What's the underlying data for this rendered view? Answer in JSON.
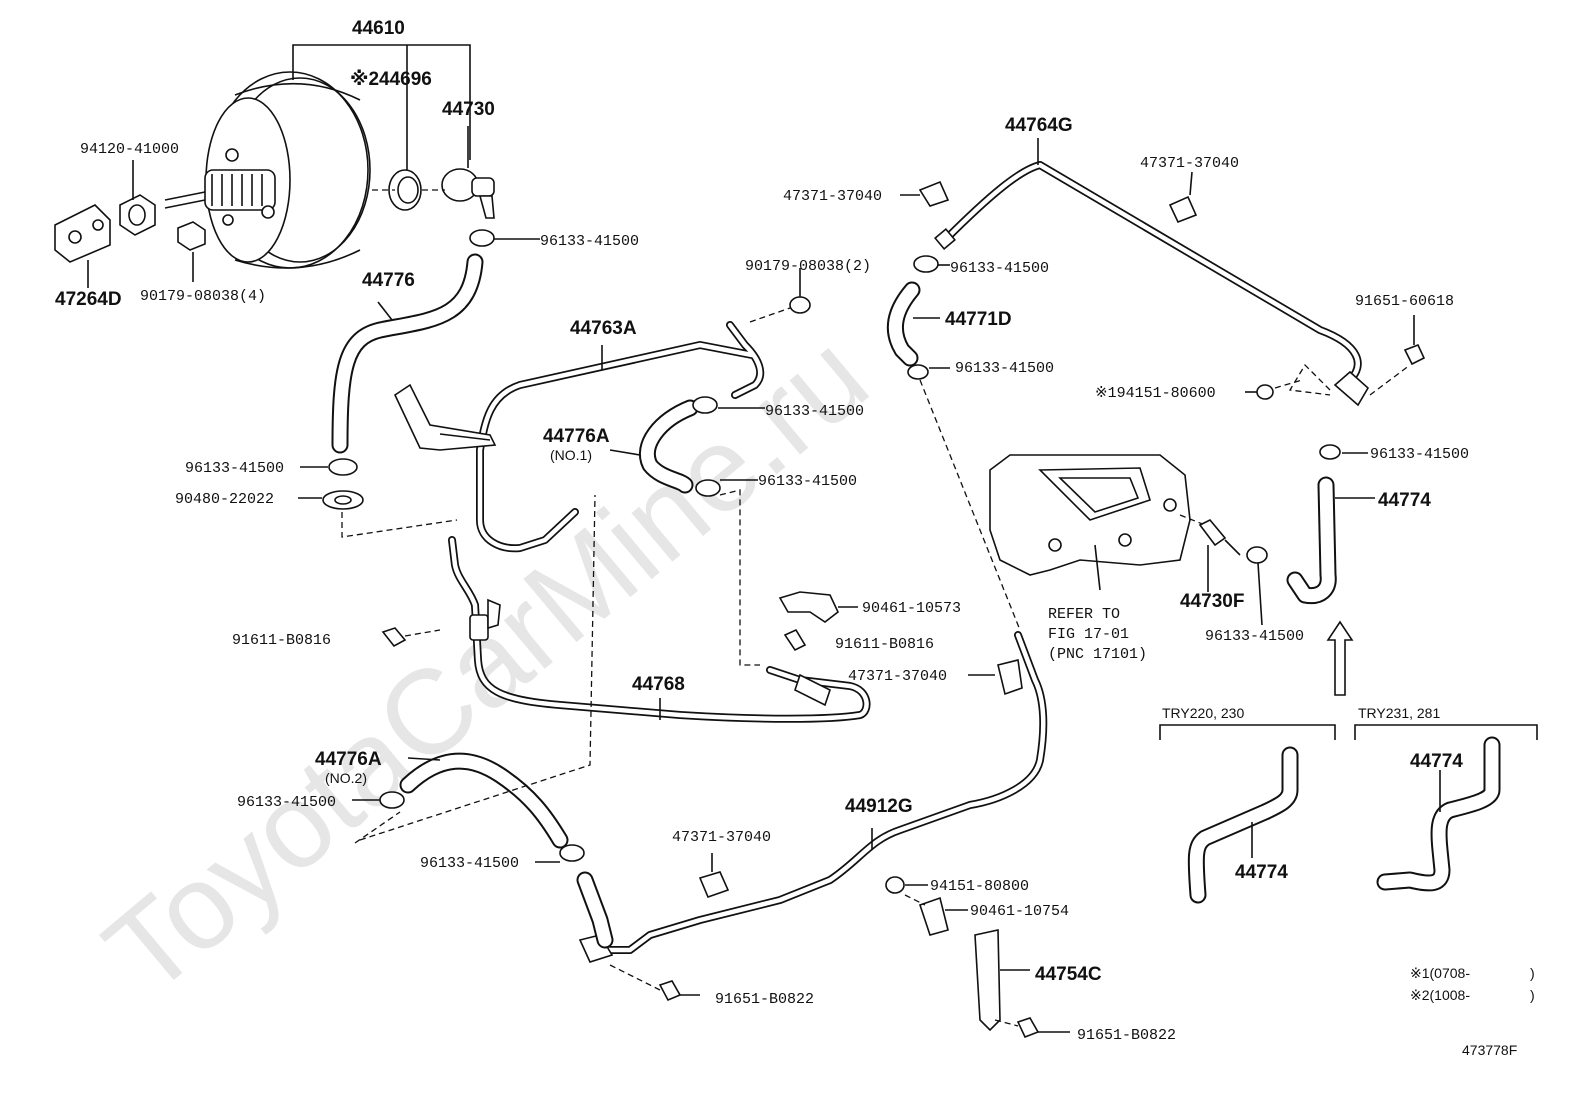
{
  "watermark": "ToyotaCarMine.ru",
  "labels": {
    "p44610": "44610",
    "p44696": "※244696",
    "p44730": "44730",
    "p94120": "94120-41000",
    "p47264d": "47264D",
    "p90179_4": "90179-08038(4)",
    "p96133_a": "96133-41500",
    "p44776": "44776",
    "p96133_b": "96133-41500",
    "p90480": "90480-22022",
    "p44763a": "44763A",
    "p90179_2": "90179-08038(2)",
    "p96133_c": "96133-41500",
    "p44776a_1": "44776A",
    "p44776a_1_sub": "(NO.1)",
    "p96133_d": "96133-41500",
    "p44764g": "44764G",
    "p47371_a": "47371-37040",
    "p47371_b": "47371-37040",
    "p96133_e": "96133-41500",
    "p44771d": "44771D",
    "p96133_f": "96133-41500",
    "p91651_60618": "91651-60618",
    "p94151_80600": "※194151-80600",
    "p96133_g": "96133-41500",
    "p44774_a": "44774",
    "p44730f": "44730F",
    "p96133_h": "96133-41500",
    "refer1": "REFER TO",
    "refer2": "FIG 17-01",
    "refer3": "(PNC 17101)",
    "p91611_a": "91611-B0816",
    "p90461_10573": "90461-10573",
    "p91611_b": "91611-B0816",
    "p47371_c": "47371-37040",
    "p44768": "44768",
    "p44776a_2": "44776A",
    "p44776a_2_sub": "(NO.2)",
    "p96133_i": "96133-41500",
    "p96133_j": "96133-41500",
    "p44912g": "44912G",
    "p47371_d": "47371-37040",
    "p94151_80800": "94151-80800",
    "p90461_10754": "90461-10754",
    "p44754c": "44754C",
    "p91651_b0822_a": "91651-B0822",
    "p91651_b0822_b": "91651-B0822",
    "try_a": "TRY220, 230",
    "try_b": "TRY231, 281",
    "p44774_b": "44774",
    "p44774_c": "44774",
    "note1": "※1(0708-",
    "note1_end": ")",
    "note2": "※2(1008-",
    "note2_end": ")",
    "ref_code": "473778F"
  }
}
